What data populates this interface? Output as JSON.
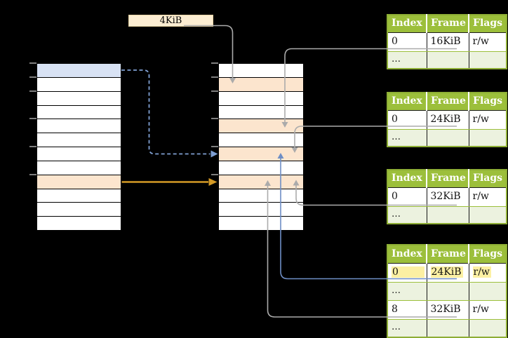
{
  "page_size_label": {
    "text": "4KiB"
  },
  "colors": {
    "canvas_bg": "#000000",
    "page_used_blue": "#D8E2F4",
    "frame_orange": "#FCE5CE",
    "row_white": "#FFFFFF",
    "label_cream_bg": "#FCEDD2",
    "label_cream_border": "#E8D3A4",
    "table_header_green": "#9CBF3B",
    "table_row_green": "#ECF2DF",
    "table_border_green": "#8EAE35",
    "table_header_text": "#FFFFFF",
    "highlight_yellow": "#FCF0A3",
    "connector_gray": "#ABABAB",
    "connector_blue": "#6E8EC5",
    "connector_blue_dashed": "#7F9FD2",
    "connector_orange": "#D49A26",
    "tick_gray": "#7F7F7F"
  },
  "virtual_memory": {
    "rows": 12,
    "row_fills": [
      "blue",
      "white",
      "white",
      "white",
      "white",
      "white",
      "white",
      "white",
      "orange",
      "white",
      "white",
      "white"
    ],
    "tick_rows": [
      0,
      1,
      2,
      4,
      6,
      8
    ]
  },
  "physical_memory": {
    "rows": 12,
    "row_fills": [
      "white",
      "orange",
      "white",
      "white",
      "orange",
      "white",
      "orange",
      "white",
      "orange",
      "white",
      "white",
      "white"
    ],
    "tick_rows": [
      0,
      1,
      2,
      4,
      6,
      8
    ]
  },
  "page_tables": [
    {
      "headers": [
        "Index",
        "Frame",
        "Flags"
      ],
      "rows": [
        {
          "index": "0",
          "frame": "16KiB",
          "flags": "r/w"
        },
        {
          "index": "…",
          "frame": "",
          "flags": ""
        }
      ]
    },
    {
      "headers": [
        "Index",
        "Frame",
        "Flags"
      ],
      "rows": [
        {
          "index": "0",
          "frame": "24KiB",
          "flags": "r/w"
        },
        {
          "index": "…",
          "frame": "",
          "flags": ""
        }
      ]
    },
    {
      "headers": [
        "Index",
        "Frame",
        "Flags"
      ],
      "rows": [
        {
          "index": "0",
          "frame": "32KiB",
          "flags": "r/w"
        },
        {
          "index": "…",
          "frame": "",
          "flags": ""
        }
      ]
    },
    {
      "headers": [
        "Index",
        "Frame",
        "Flags"
      ],
      "rows": [
        {
          "index": "0",
          "frame": "24KiB",
          "flags": "r/w",
          "highlighted": true
        },
        {
          "index": "…",
          "frame": "",
          "flags": ""
        },
        {
          "index": "8",
          "frame": "32KiB",
          "flags": "r/w"
        },
        {
          "index": "…",
          "frame": "",
          "flags": ""
        }
      ]
    }
  ]
}
